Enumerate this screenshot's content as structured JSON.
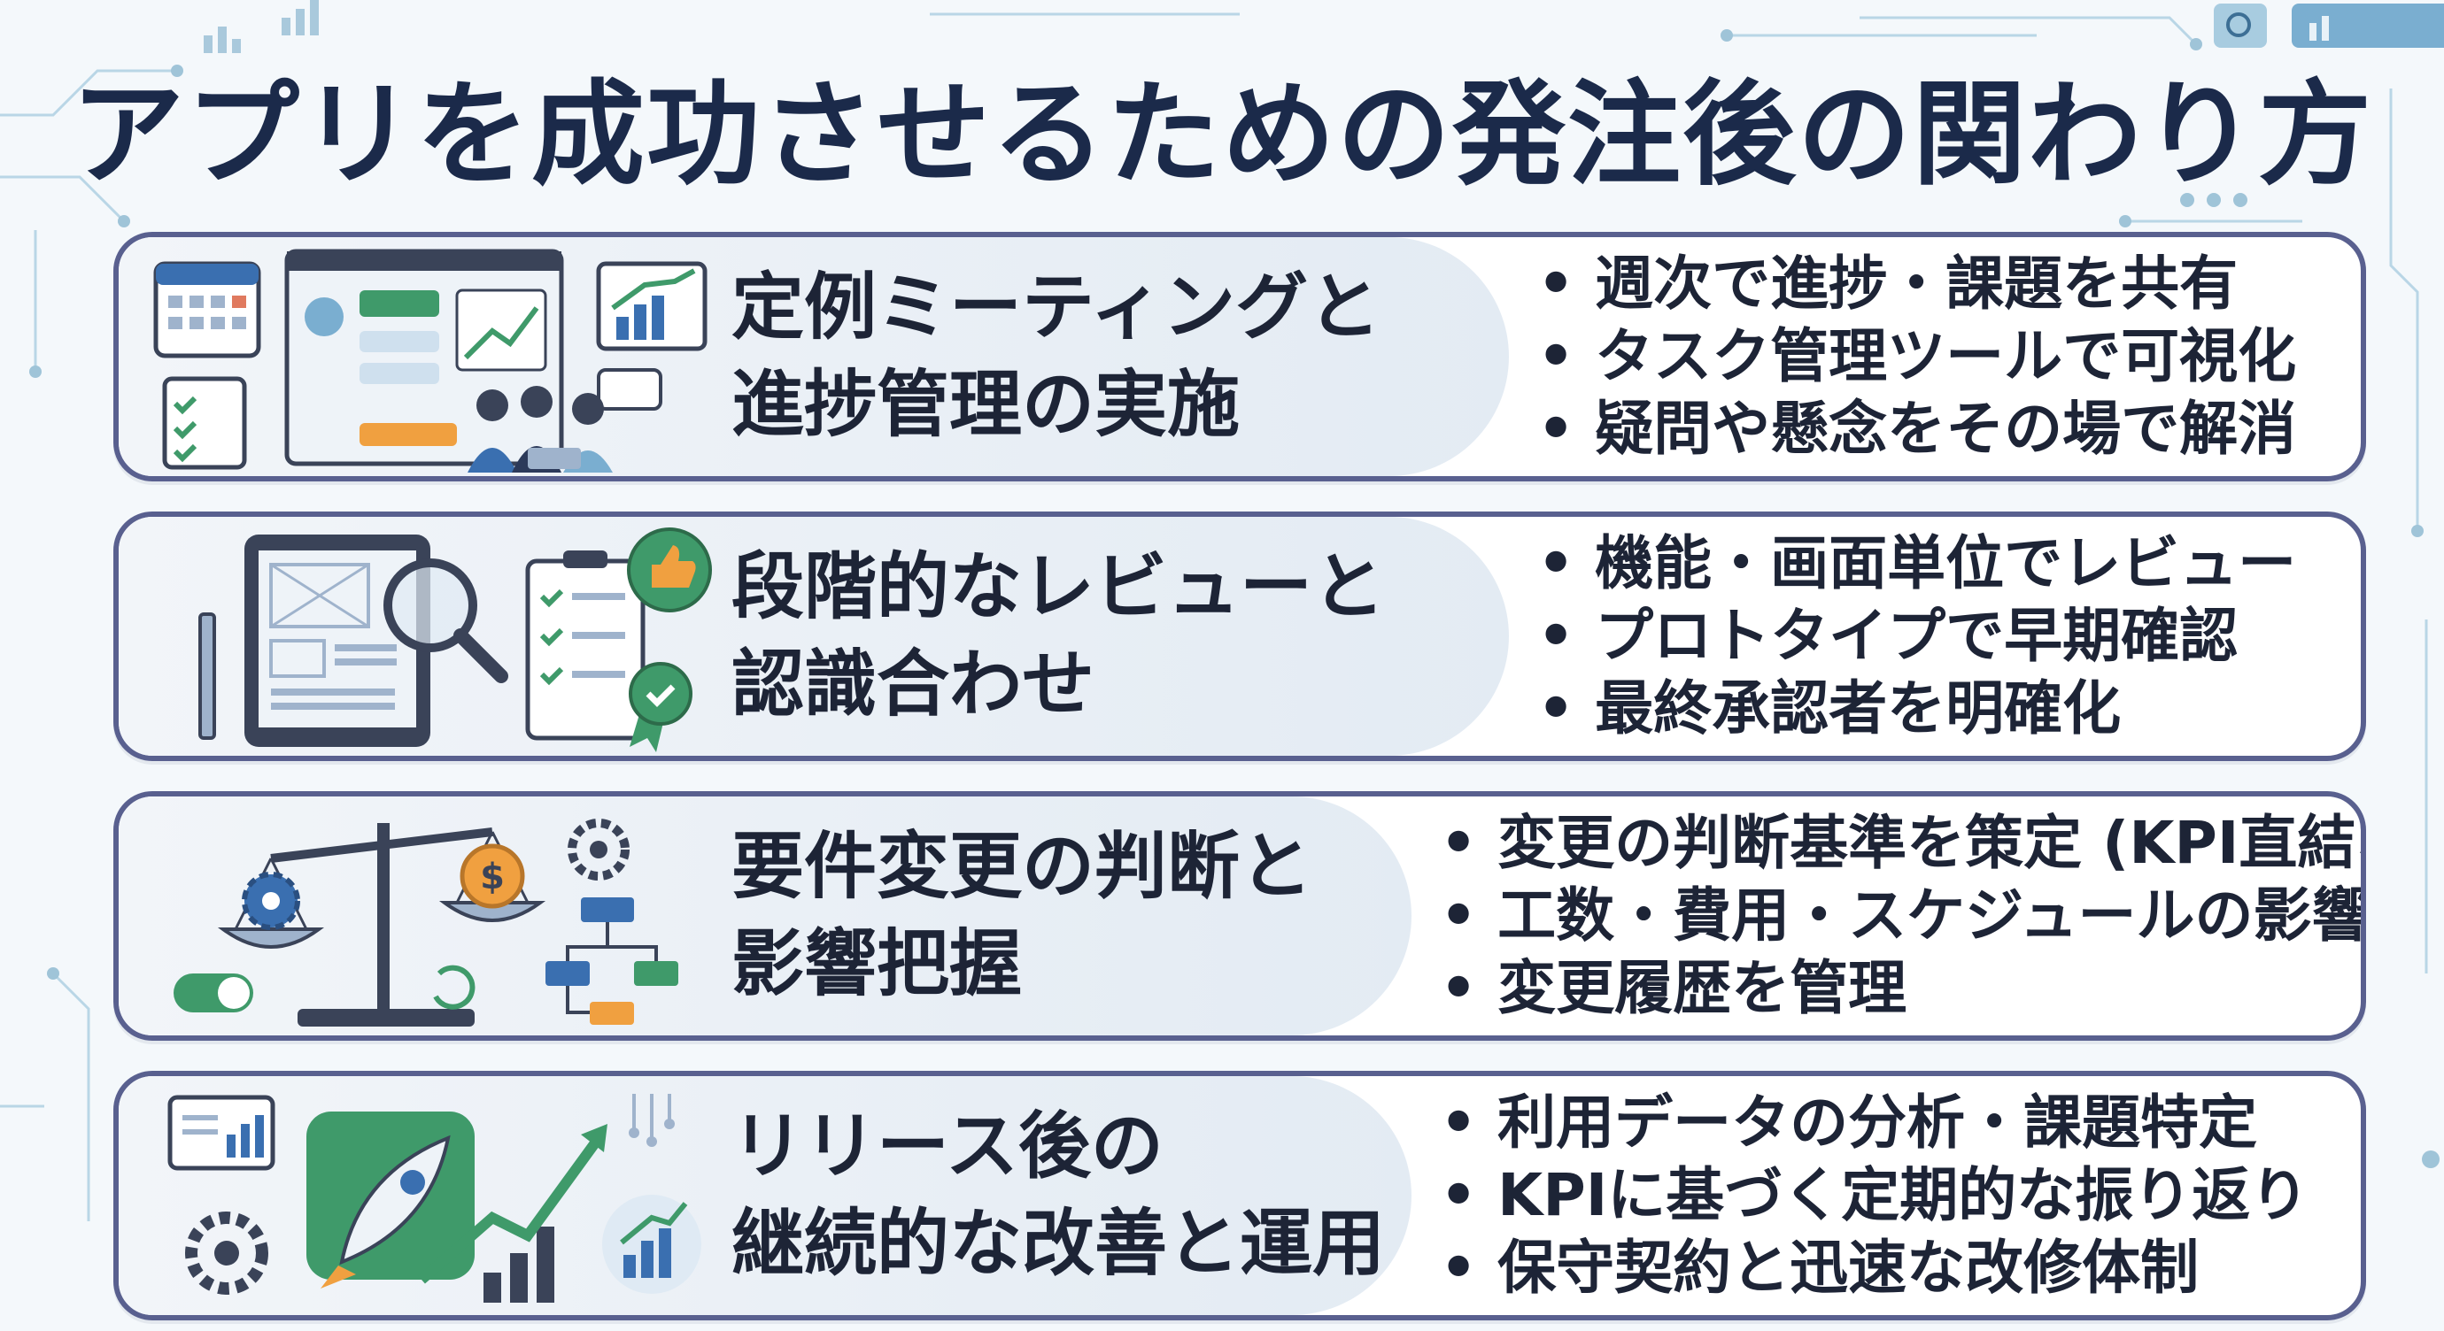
{
  "title": "アプリを成功させるための発注後の関わり方",
  "colors": {
    "title": "#1b2a4a",
    "card_border": "#59608f",
    "accent_green": "#3f9a6a",
    "accent_orange": "#f0a040",
    "accent_blue": "#3a6fb0"
  },
  "cards": [
    {
      "heading_lines": [
        "定例ミーティングと",
        "進捗管理の実施"
      ],
      "bullets": [
        "週次で進捗・課題を共有",
        "タスク管理ツールで可視化",
        "疑問や懸念をその場で解消"
      ],
      "icons": [
        "calendar-icon",
        "dashboard-icon",
        "chart-icon",
        "checklist-icon",
        "meeting-people-icon",
        "chat-bubble-icon"
      ]
    },
    {
      "heading_lines": [
        "段階的なレビューと",
        "認識合わせ"
      ],
      "bullets": [
        "機能・画面単位でレビュー",
        "プロトタイプで早期確認",
        "最終承認者を明確化"
      ],
      "icons": [
        "tablet-wireframe-icon",
        "magnifier-icon",
        "checklist-icon",
        "thumbs-up-icon",
        "approval-badge-icon"
      ]
    },
    {
      "heading_lines": [
        "要件変更の判断と",
        "影響把握"
      ],
      "bullets": [
        "変更の判断基準を策定 (KPI直結など)",
        "工数・費用・スケジュールの影響確認",
        "変更履歴を管理"
      ],
      "icons": [
        "balance-scale-icon",
        "gear-icon",
        "dollar-coin-icon",
        "flowchart-icon",
        "toggle-icon",
        "refresh-icon"
      ]
    },
    {
      "heading_lines": [
        "リリース後の",
        "継続的な改善と運用"
      ],
      "bullets": [
        "利用データの分析・課題特定",
        "KPIに基づく定期的な振り返り",
        "保守契約と迅速な改修体制"
      ],
      "icons": [
        "rocket-icon",
        "growth-arrow-icon",
        "bar-chart-icon",
        "gear-icon",
        "analytics-icon"
      ]
    }
  ]
}
